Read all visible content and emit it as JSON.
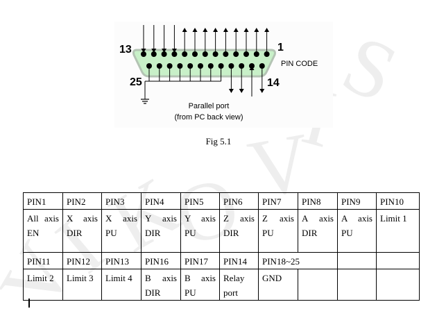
{
  "watermark": {
    "text": "VIKONVIS",
    "color": "#eeeeee"
  },
  "figure": {
    "label_pin_13": "13",
    "label_pin_1": "1",
    "label_pin_25": "25",
    "label_pin_14": "14",
    "pin_code_label": "PIN CODE",
    "title_line1": "Parallel port",
    "title_line2": "(from PC back view)",
    "connector_color": "#c8f0c8",
    "connector_border": "#b4c4b4",
    "top_row_pin_count": 13,
    "bottom_row_pin_count": 12,
    "top_row_arrows": [
      "in",
      "in",
      "in",
      "in",
      "out",
      "out",
      "out",
      "out",
      "out",
      "out",
      "out",
      "out",
      "out"
    ],
    "bottom_row_signals": [
      "gnd",
      "gnd",
      "gnd",
      "gnd",
      "gnd",
      "gnd",
      "gnd",
      "gnd",
      "out",
      "out",
      "in",
      "out"
    ]
  },
  "caption": "Fig 5.1",
  "table": {
    "rows": [
      {
        "type": "header",
        "cells": [
          "PIN1",
          "PIN2",
          "PIN3",
          "PIN4",
          "PIN5",
          "PIN6",
          "PIN7",
          "PIN8",
          "PIN9",
          "PIN10"
        ]
      },
      {
        "type": "value",
        "cells": [
          "All axis EN",
          "X axis DIR",
          "X axis PU",
          "Y axis DIR",
          "Y axis PU",
          "Z axis DIR",
          "Z axis PU",
          "A axis DIR",
          "A axis PU",
          "Limit 1"
        ]
      },
      {
        "type": "header",
        "cells": [
          "PIN11",
          "PIN12",
          "PIN13",
          "PIN16",
          "PIN17",
          "PIN14",
          "PIN18~25",
          "",
          ""
        ]
      },
      {
        "type": "value",
        "cells": [
          "Limit 2",
          "Limit 3",
          "Limit 4",
          "B axis DIR",
          "B axis PU",
          "Relay port",
          "GND",
          "",
          "",
          ""
        ]
      }
    ]
  }
}
